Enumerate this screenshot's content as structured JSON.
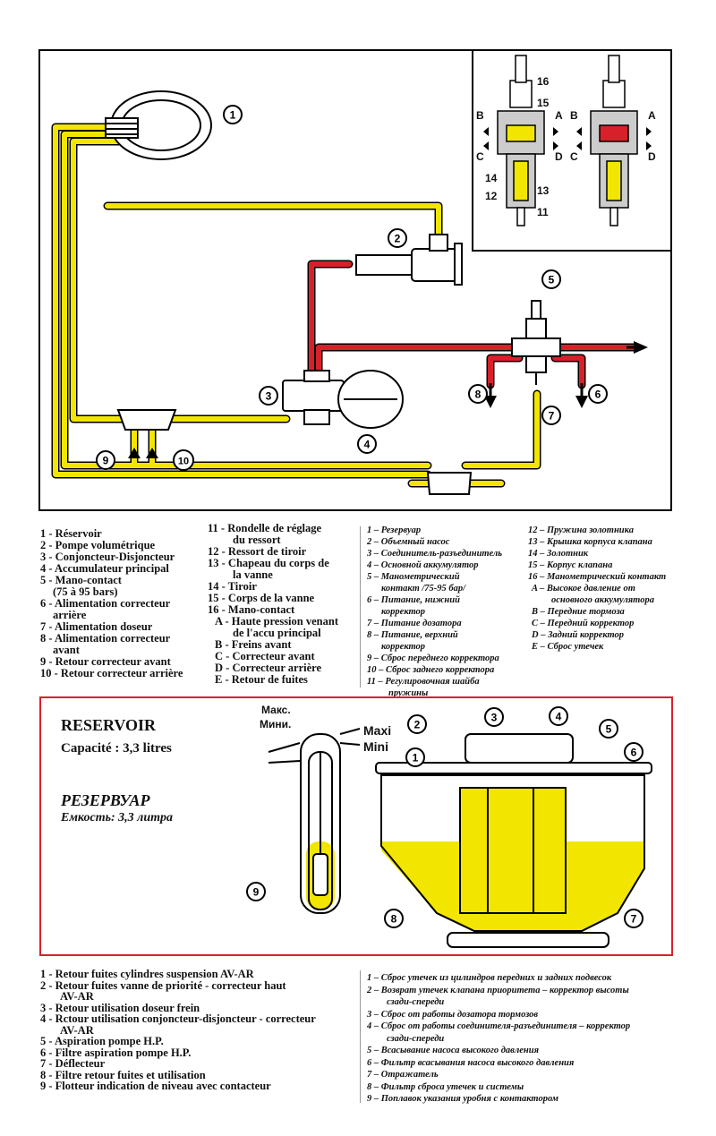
{
  "circuit": {
    "callouts": [
      "1",
      "2",
      "3",
      "4",
      "5",
      "6",
      "7",
      "8",
      "9",
      "10"
    ],
    "valve_callouts": [
      "16",
      "15",
      "14",
      "12",
      "13",
      "11"
    ],
    "valve_ports": [
      "A",
      "B",
      "C",
      "D"
    ],
    "valve_ports_right": [
      "A",
      "B",
      "C",
      "D"
    ]
  },
  "legend_fr": [
    "1 - Réservoir",
    "2 - Pompe volumétrique",
    "3 - Conjoncteur-Disjoncteur",
    "4 - Accumulateur principal",
    "5 - Mano-contact",
    "(75 à 95 bars)",
    "6 - Alimentation correcteur",
    "arrière",
    "7 - Alimentation doseur",
    "8 - Alimentation correcteur",
    "avant",
    "9 - Retour correcteur avant",
    "10 - Retour correcteur arrière"
  ],
  "legend_fr2": [
    "11 - Rondelle de réglage",
    "du ressort",
    "12 - Ressort de tiroir",
    "13 - Chapeau du corps de",
    "la vanne",
    "14 - Tiroir",
    "15 - Corps de la vanne",
    "16 - Mano-contact",
    "A - Haute pression venant",
    "de l'accu principal",
    "B - Freins avant",
    "C - Correcteur avant",
    "D - Correcteur arrière",
    "E - Retour de fuites"
  ],
  "legend_ru": [
    "1 – Резервуар",
    "2 – Объемный насос",
    "3 – Соединитель-разъединитель",
    "4 – Основной аккумулятор",
    "5 – Манометрический",
    "контакт /75-95 бар/",
    "6 – Питание, нижний",
    "корректор",
    "7 – Питание дозатора",
    "8 – Питание, верхний",
    "корректор",
    "9 – Сброс переднего корректора",
    "10 – Сброс заднего корректора",
    "11 – Регулировочная шайба",
    "пружины"
  ],
  "legend_ru2": [
    "12 – Пружина золотника",
    "13 – Крышка корпуса клапана",
    "14 – Золотник",
    "15 – Корпус клапана",
    "16 – Манометрический контакт",
    "A – Высокое давление от",
    "основного аккумулятора",
    "B – Передние тормоза",
    "C – Передний корректор",
    "D – Задний корректор",
    "E – Сброс утечек"
  ],
  "reservoir": {
    "title_fr": "RESERVOIR",
    "capacity_fr": "Capacité : 3,3 litres",
    "title_ru": "РЕЗЕРВУАР",
    "capacity_ru": "Емкость: 3,3 литра",
    "gauge_max_ru": "Макс.",
    "gauge_min_ru": "Мини.",
    "gauge_max": "Maxi",
    "gauge_min": "Mini",
    "callouts": [
      "1",
      "2",
      "3",
      "4",
      "5",
      "6",
      "7",
      "8",
      "9"
    ]
  },
  "bottom_fr": [
    "1 - Retour fuites cylindres suspension AV-AR",
    "2 - Retour fuites vanne de priorité - correcteur haut",
    "AV-AR",
    "3 - Retour utilisation doseur frein",
    "4 - Rctour utilisation conjoncteur-disjoncteur - correcteur",
    "AV-AR",
    "5 - Aspiration pompe H.P.",
    "6 - Filtre aspiration pompe H.P.",
    "7 - Déflecteur",
    "8 - Filtre retour fuites et utilisation",
    "9 - Flotteur indication de niveau avec contacteur"
  ],
  "bottom_ru": [
    "1 – Сброс утечек из цилиндров передних и задних подвесок",
    "2 – Возврат утечек клапана приоритета – корректор высоты",
    "сзади-спереди",
    "3 – Сброс от работы дозатора тормозов",
    "4 – Сброс от работы соединителя-разъединителя – корректор",
    "сзади-спереди",
    "5 – Всасывание насоса высокого давления",
    "6 – Фильтр всасывания насоса высокого давления",
    "7 – Отражатель",
    "8 – Фильтр сброса утечек и системы",
    "9 – Поплавок указания уробня с контактором"
  ],
  "colors": {
    "hydraulic_low": "#f2e600",
    "hydraulic_high": "#d8202a",
    "frame_red": "#d8202a"
  }
}
